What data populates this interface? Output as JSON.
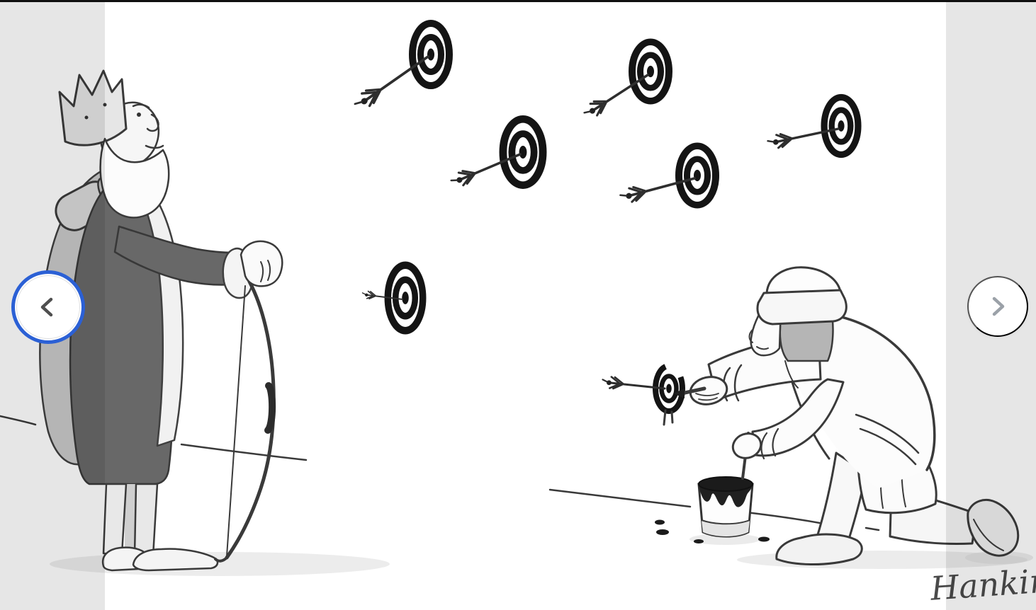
{
  "page": {
    "top_bar_color": "#101010",
    "background": "#ffffff",
    "edge_strip_color": "#e6e6e6"
  },
  "carousel": {
    "prev_button": {
      "icon": "chevron-left",
      "ring_color": "#2b60d5",
      "chevron_color": "#4f4f4f"
    },
    "next_button": {
      "icon": "chevron-right",
      "chevron_color": "#9ba1a8"
    }
  },
  "cartoon": {
    "signature": "Hankin",
    "description": "King archer with longbow watches a kneeling painter paint bullseye targets around arrows stuck in a wall, paint bucket on floor",
    "targets_total": 7,
    "ink_color": "#141414"
  }
}
